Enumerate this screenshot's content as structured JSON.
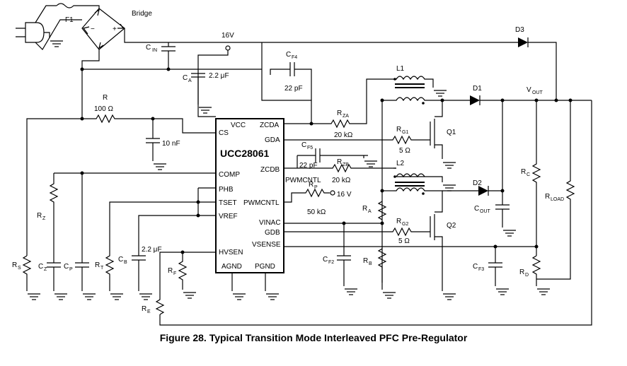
{
  "caption": "Figure 28.  Typical Transition Mode Interleaved PFC Pre-Regulator",
  "ic": {
    "part": "UCC28061",
    "pins_left": [
      "VCC",
      "CS",
      "COMP",
      "PHB",
      "TSET",
      "VREF",
      "HVSEN",
      "AGND"
    ],
    "pins_right": [
      "ZCDA",
      "GDA",
      "ZCDB",
      "PWMCNTL",
      "VINAC",
      "GDB",
      "VSENSE",
      "PGND"
    ]
  },
  "labels": {
    "f1": "F1",
    "bridge": "Bridge",
    "cin": "C",
    "cin_sub": "IN",
    "v16_top": "16V",
    "ca": "C",
    "ca_sub": "A",
    "ca_val": "2.2 μF",
    "r": "R",
    "r_val": "100 Ω",
    "c10n": "10 nF",
    "cf4": "C",
    "cf4_sub": "F4",
    "cf4_val": "22 pF",
    "rza": "R",
    "rza_sub": "ZA",
    "rza_val": "20 kΩ",
    "rg1": "R",
    "rg1_sub": "G1",
    "rg1_val": "5 Ω",
    "q1": "Q1",
    "cf5": "C",
    "cf5_sub": "F5",
    "cf5_val": "22 pF",
    "rzb": "R",
    "rzb_sub": "ZB",
    "rzb_val": "20 kΩ",
    "pwmcntl_net": "PWMCNTL",
    "rp": "R",
    "rp_sub": "P",
    "rp_val": "50 kΩ",
    "v16_rp": "16 V",
    "rg2": "R",
    "rg2_sub": "G2",
    "rg2_val": "5 Ω",
    "q2": "Q2",
    "l1": "L1",
    "l2": "L2",
    "d1": "D1",
    "d2": "D2",
    "d3": "D3",
    "vout": "V",
    "vout_sub": "OUT",
    "cout": "C",
    "cout_sub": "OUT",
    "rc": "R",
    "rc_sub": "C",
    "rload": "R",
    "rload_sub": "LOAD",
    "rd": "R",
    "rd_sub": "D",
    "cf3": "C",
    "cf3_sub": "F3",
    "ra": "R",
    "ra_sub": "A",
    "rb": "R",
    "rb_sub": "B",
    "cf2": "C",
    "cf2_sub": "F2",
    "rs": "R",
    "rs_sub": "S",
    "rz": "R",
    "rz_sub": "Z",
    "cz": "C",
    "cz_sub": "Z",
    "cp": "C",
    "cp_sub": "P",
    "rt": "R",
    "rt_sub": "T",
    "cb": "C",
    "cb_sub": "B",
    "cb_val": "2.2 μF",
    "rf": "R",
    "rf_sub": "F",
    "re": "R",
    "re_sub": "E"
  }
}
